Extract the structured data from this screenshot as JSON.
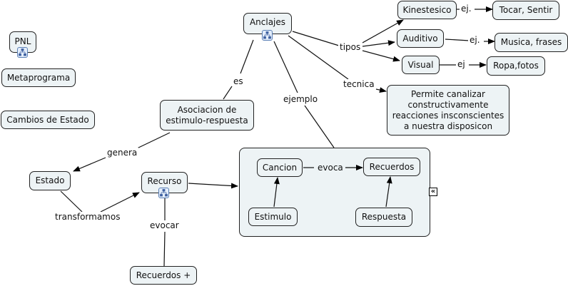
{
  "nodes": {
    "pnl": "PNL",
    "metaprograma": "Metaprograma",
    "cambios_estado": "Cambios de Estado",
    "anclajes": "Anclajes",
    "kinestesico": "Kinestesico",
    "auditivo": "Auditivo",
    "visual": "Visual",
    "tocar_sentir": "Tocar, Sentir",
    "musica_frases": "Musica, frases",
    "ropa_fotos": "Ropa,fotos",
    "permite": "Permite canalizar\nconstructivamente\nreacciones insconscientes\na nuestra disposicon",
    "asociacion": "Asociacion de\nestimulo-respuesta",
    "estado": "Estado",
    "recurso": "Recurso",
    "recuerdos_plus": "Recuerdos +",
    "cancion": "Cancion",
    "recuerdos": "Recuerdos",
    "estimulo": "Estimulo",
    "respuesta": "Respuesta"
  },
  "links": {
    "tipos": "tipos",
    "ej1": "ej.",
    "ej2": "ej.",
    "ej3": "ej",
    "tecnica": "tecnica",
    "es": "es",
    "ejemplo": "ejemplo",
    "genera": "genera",
    "transformamos": "transformamos",
    "evocar": "evocar",
    "evoca": "evoca"
  },
  "icons": {
    "submap": "submap-hierarchy-icon",
    "collapse": "«"
  },
  "colors": {
    "node_fill": "#edf3f5",
    "border": "#222222",
    "submap_icon": "#5a7fb5"
  }
}
